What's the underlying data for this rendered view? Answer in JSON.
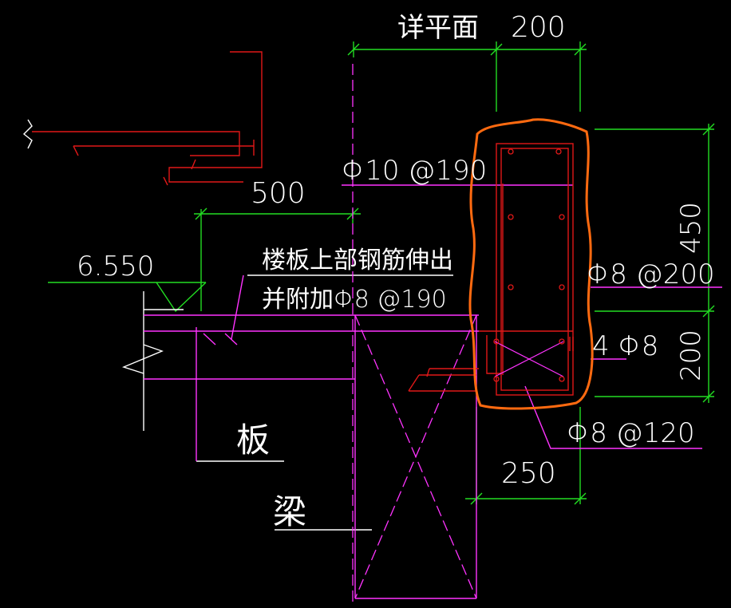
{
  "drawing": {
    "background": "#000000",
    "colors": {
      "white": "#ffffff",
      "green": "#22dd22",
      "magenta": "#ff33ff",
      "red": "#e01818",
      "orange": "#ff6a10"
    },
    "labels": {
      "detail_plan": "详平面",
      "dim_top_200": "200",
      "top_rebar": "Φ10 @190",
      "dim_500": "500",
      "elevation": "6.550",
      "slab_note_1": "楼板上部钢筋伸出",
      "slab_note_2": "并附加Φ8 @190",
      "dim_450": "450",
      "stirrup": "Φ8 @200",
      "waist_bars": "4 Φ8",
      "dim_right_200": "200",
      "bottom_stirrup": "Φ8 @120",
      "dim_250": "250",
      "slab": "板",
      "beam": "梁"
    }
  }
}
